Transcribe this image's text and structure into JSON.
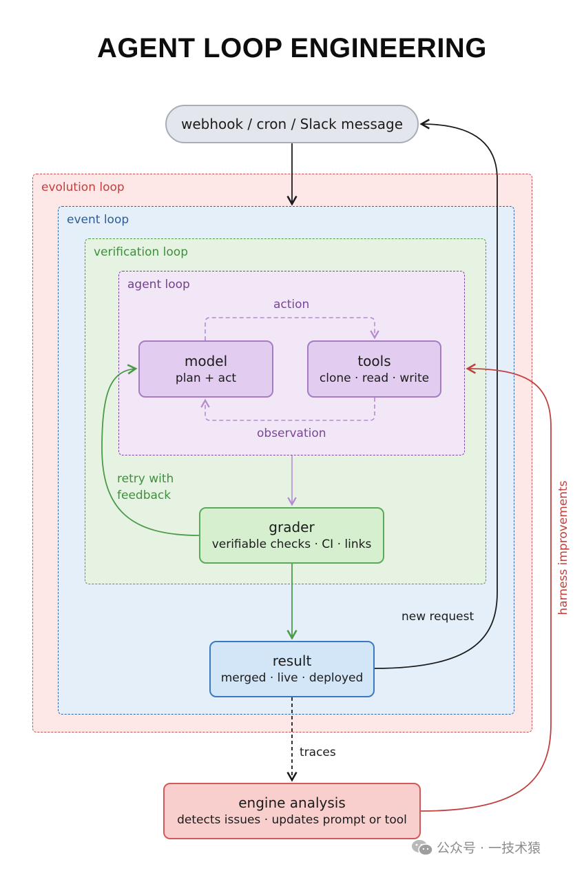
{
  "title": "AGENT LOOP ENGINEERING",
  "regions": {
    "evolution": "evolution loop",
    "event": "event loop",
    "verification": "verification loop",
    "agent": "agent loop"
  },
  "nodes": {
    "trigger": {
      "title": "webhook / cron / Slack message"
    },
    "model": {
      "title": "model",
      "subtitle": "plan + act"
    },
    "tools": {
      "title": "tools",
      "subtitle": "clone · read · write"
    },
    "grader": {
      "title": "grader",
      "subtitle": "verifiable checks · CI · links"
    },
    "result": {
      "title": "result",
      "subtitle": "merged · live · deployed"
    },
    "engine": {
      "title": "engine analysis",
      "subtitle": "detects issues · updates prompt or tool"
    }
  },
  "edges": {
    "action": "action",
    "observation": "observation",
    "retry": [
      "retry with",
      "feedback"
    ],
    "new_request": "new request",
    "traces": "traces",
    "harness": "harness improvements"
  },
  "colors": {
    "evolution": "#c9514f",
    "event": "#2e64a6",
    "verification": "#4a9a48",
    "agent": "#7b4598"
  },
  "watermark": "公众号 · 一技术猿"
}
